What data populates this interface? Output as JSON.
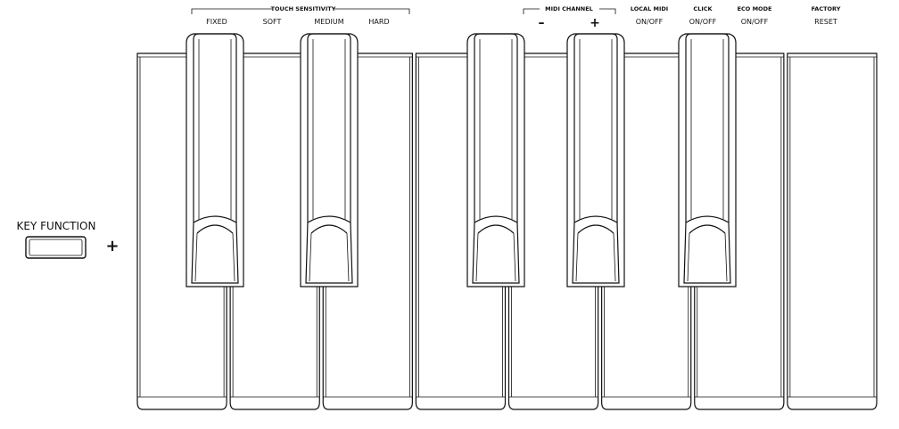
{
  "key_function": {
    "label": "KEY FUNCTION",
    "plus": "+"
  },
  "groups": {
    "touch_sensitivity": "TOUCH SENSITIVITY",
    "midi_channel": "MIDI CHANNEL"
  },
  "key_labels": {
    "fixed": "FIXED",
    "soft": "SOFT",
    "medium": "MEDIUM",
    "hard": "HARD",
    "midi_minus": "–",
    "midi_plus": "+",
    "local_midi_top": "LOCAL MIDI",
    "local_midi_bottom": "ON/OFF",
    "click_top": "CLICK",
    "click_bottom": "ON/OFF",
    "eco_top": "ECO MODE",
    "eco_bottom": "ON/OFF",
    "factory_top": "FACTORY",
    "factory_bottom": "RESET"
  }
}
